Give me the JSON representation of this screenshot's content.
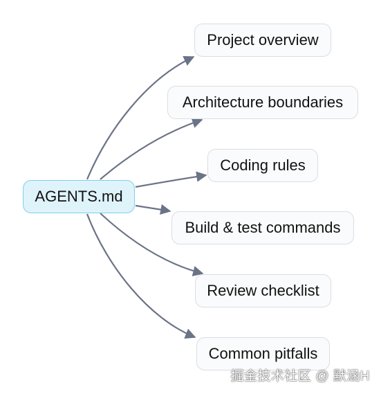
{
  "diagram": {
    "root": "AGENTS.md",
    "children": [
      "Project overview",
      "Architecture boundaries",
      "Coding rules",
      "Build & test commands",
      "Review checklist",
      "Common pitfalls"
    ],
    "edge_color": "#6b7387"
  },
  "watermark": {
    "text": "掘金技术社区 @ 默涵H"
  }
}
